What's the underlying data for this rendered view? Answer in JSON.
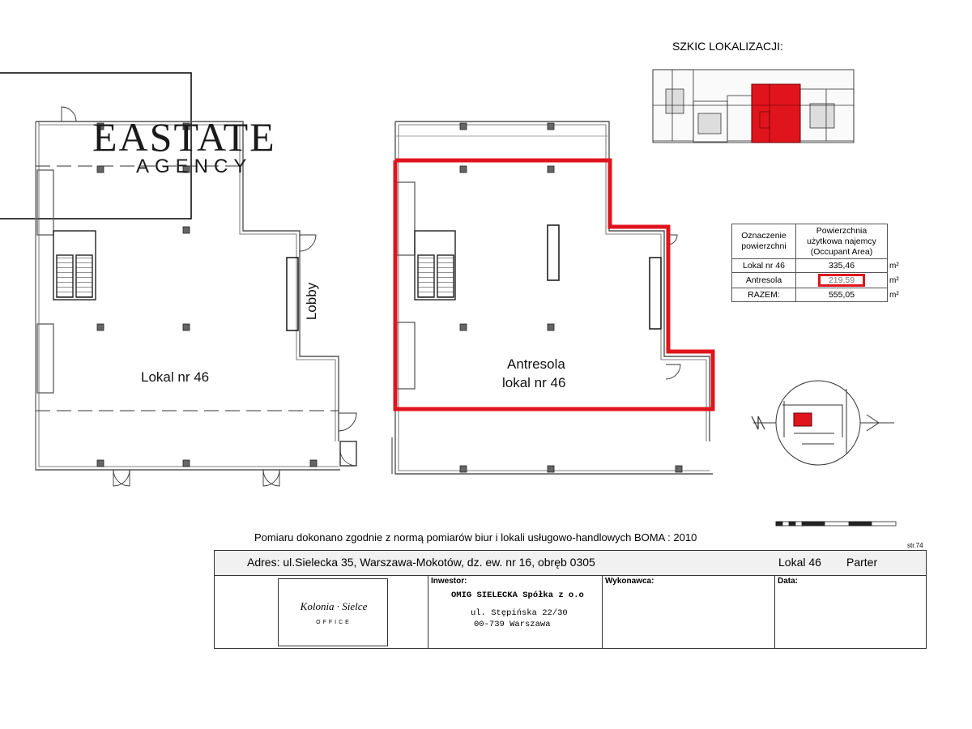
{
  "watermark": {
    "main": "EASTATE",
    "sub": "AGENCY"
  },
  "labels": {
    "lokal": "Lokal nr 46",
    "lobby": "Lobby",
    "antresola_line1": "Antresola",
    "antresola_line2": "lokal nr 46",
    "sketch_title": "SZKIC LOKALIZACJI:",
    "scale_code": "str.74"
  },
  "area_table": {
    "header_col1": "Oznaczenie powierzchni",
    "header_col2": "Powierzchnia użytkowa najemcy (Occupant Area)",
    "unit": "m²",
    "rows": [
      {
        "name": "Lokal nr 46",
        "value": "335,46"
      },
      {
        "name": "Antresola",
        "value": "219,59"
      },
      {
        "name": "RAZEM:",
        "value": "555,05"
      }
    ]
  },
  "footer": {
    "note": "Pomiaru dokonano zgodnie z normą pomiarów biur i lokali usługowo-handlowych BOMA : 2010",
    "address": "Adres: ul.Sielecka 35, Warszawa-Mokotów, dz. ew. nr 16,  obręb 0305",
    "unit": "Lokal 46",
    "floor": "Parter",
    "investor_label": "Inwestor:",
    "investor_name": "OMIG SIELECKA Spółka z o.o",
    "investor_street": "ul.   Stępińska 22/30",
    "investor_city": "00-739 Warszawa",
    "contractor_label": "Wykonawca:",
    "date_label": "Data:",
    "logo_script": "Kolonia · Sielce",
    "logo_sub": "OFFICE"
  },
  "colors": {
    "highlight": "#e0141c",
    "wall": "#555555"
  }
}
